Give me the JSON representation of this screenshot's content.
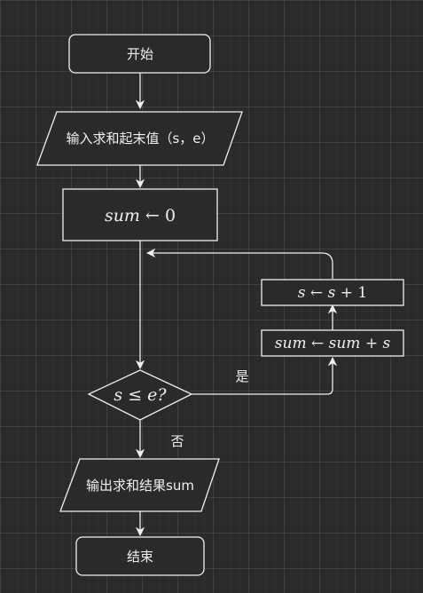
{
  "nodes": {
    "start": {
      "label": "开始"
    },
    "input": {
      "label": "输入求和起末值（s，e）"
    },
    "init": {
      "var": "sum",
      "arrow": "←",
      "value": "0"
    },
    "condition": {
      "left": "s",
      "op": "≤",
      "right": "e",
      "q": "?"
    },
    "accumulate": {
      "lhs": "sum",
      "arrow": "←",
      "rhs_var": "sum",
      "plus": "+",
      "rhs_add": "s"
    },
    "increment": {
      "lhs": "s",
      "arrow": "←",
      "rhs_var": "s",
      "plus": "+",
      "rhs_add": "1"
    },
    "output": {
      "label": "输出求和结果sum"
    },
    "end": {
      "label": "结束"
    }
  },
  "edges": {
    "yes_label": "是",
    "no_label": "否"
  },
  "colors": {
    "background": "#2a2a2a",
    "stroke": "#f0f0f0",
    "text": "#f0f0f0"
  }
}
